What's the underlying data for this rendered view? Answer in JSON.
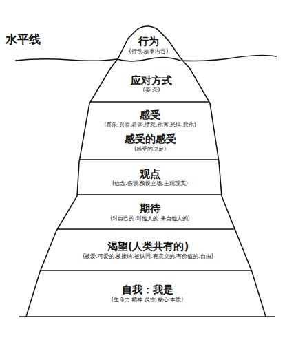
{
  "diagram": {
    "nodes": [
      {
        "text": [
          "行为",
          "(行动.故事内容)"
        ]
      },
      {
        "text": [
          "应对方式",
          "(姿 态)"
        ]
      },
      {
        "text": [
          "感受",
          "(喜乐.兴奋.着迷.愤怒.伤害.恐惧.悲伤)",
          "感受的感受",
          "(感受的决定)"
        ]
      },
      {
        "text": [
          "观点",
          "(信念.假设.预设立场.主观现实)"
        ]
      },
      {
        "text": [
          "期待",
          "(对自己的.对他人的.来自他人的)"
        ]
      },
      {
        "text": [
          "渴望(人类共有的)",
          "(被爱.可爱的.被接纳.被认同.有意义的.有价值的.自由)"
        ]
      },
      {
        "text": [
          "自我：我是",
          "(生命力.精神.灵性.核心.本质)"
        ]
      }
    ],
    "labels": [
      "水平线"
    ]
  }
}
